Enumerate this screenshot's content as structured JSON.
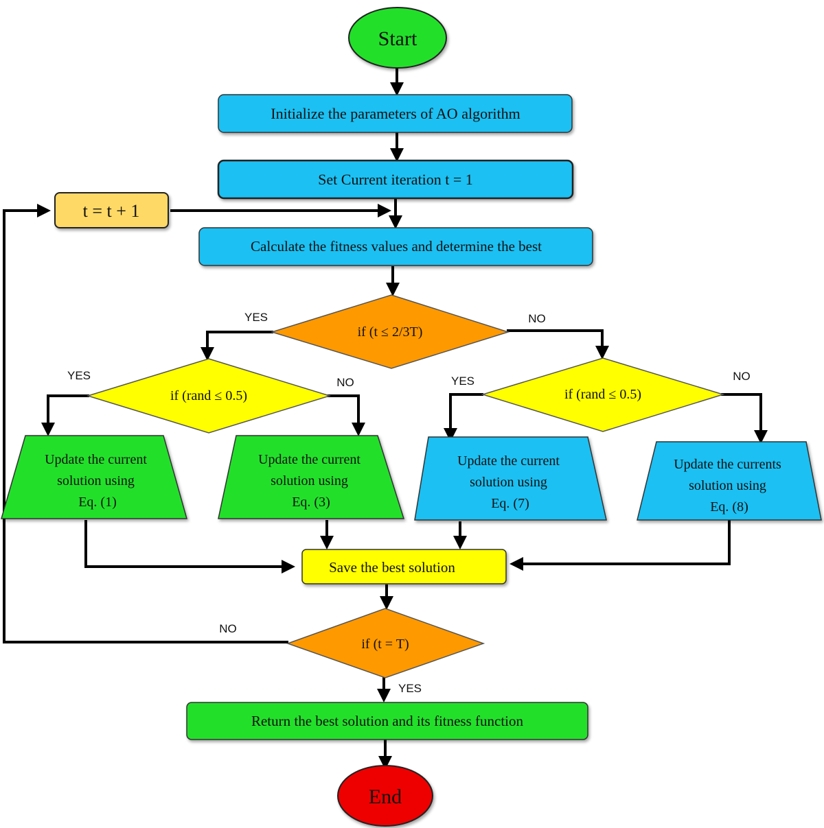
{
  "diagram": {
    "start_label": "Start",
    "end_label": "End",
    "steps": {
      "init": "Initialize the parameters of AO algorithm",
      "set_iter": "Set Current iteration t = 1",
      "increment": "t = t + 1",
      "calc_fitness": "Calculate the fitness values and determine the best",
      "save_best": "Save the best solution",
      "return_best": "Return the best solution and its fitness function"
    },
    "decisions": {
      "phase": "if (t ≤ 2/3T)",
      "rand_left": "if (rand ≤ 0.5)",
      "rand_right": "if (rand ≤ 0.5)",
      "termination": "if (t = T)"
    },
    "updates": {
      "eq1": [
        "Update the current",
        "solution using",
        "Eq. (1)"
      ],
      "eq3": [
        "Update the current",
        "solution using",
        "Eq. (3)"
      ],
      "eq7": [
        "Update the current",
        "solution using",
        "Eq. (7)"
      ],
      "eq8": [
        "Update the currents",
        "solution using",
        "Eq. (8)"
      ]
    },
    "branch_labels": {
      "phase_yes": "YES",
      "phase_no": "NO",
      "left_yes": "YES",
      "left_no": "NO",
      "right_yes": "YES",
      "right_no": "NO",
      "term_no": "NO",
      "term_yes": "YES"
    },
    "colors": {
      "blue": "#1ec0f2",
      "green": "#22e02a",
      "yellow": "#ffff00",
      "orange": "#ff9900",
      "red": "#ee0000",
      "tan": "#ffd966",
      "stroke": "#222222"
    }
  }
}
